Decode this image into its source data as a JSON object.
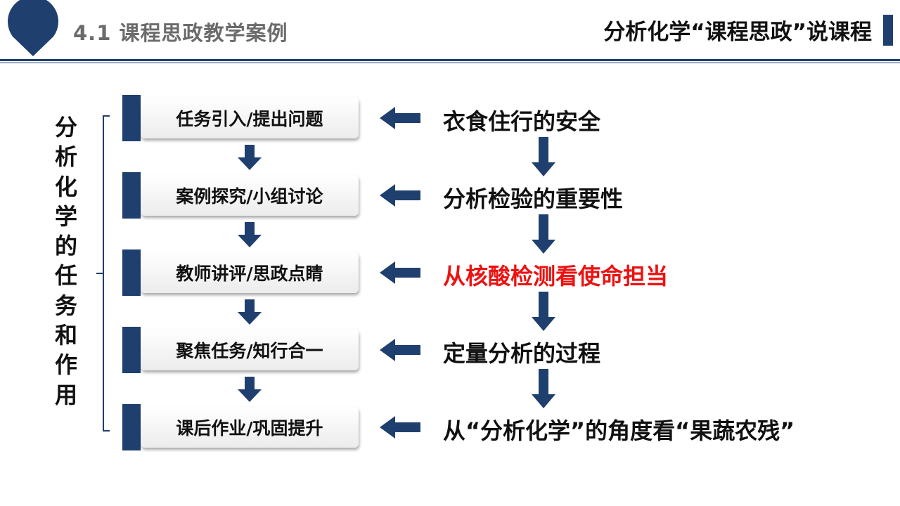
{
  "header": {
    "section_title": "4.1  课程思政教学案例",
    "page_title": "分析化学“课程思政”说课程"
  },
  "vertical_label": "分析化学的任务和作用",
  "steps": [
    {
      "label": "任务引入/提出问题",
      "description": "衣食住行的安全",
      "highlight": false
    },
    {
      "label": "案例探究/小组讨论",
      "description": "分析检验的重要性",
      "highlight": false
    },
    {
      "label": "教师讲评/思政点睛",
      "description": "从核酸检测看使命担当",
      "highlight": true
    },
    {
      "label": "聚焦任务/知行合一",
      "description": "定量分析的过程",
      "highlight": false
    },
    {
      "label": "课后作业/巩固提升",
      "description": "从“分析化学”的角度看“果蔬农残”",
      "highlight": false
    }
  ],
  "colors": {
    "accent": "#1f3f6e",
    "highlight": "#ee1111"
  },
  "icons": [
    "location-pin-icon",
    "arrow-down-icon",
    "arrow-left-icon"
  ]
}
